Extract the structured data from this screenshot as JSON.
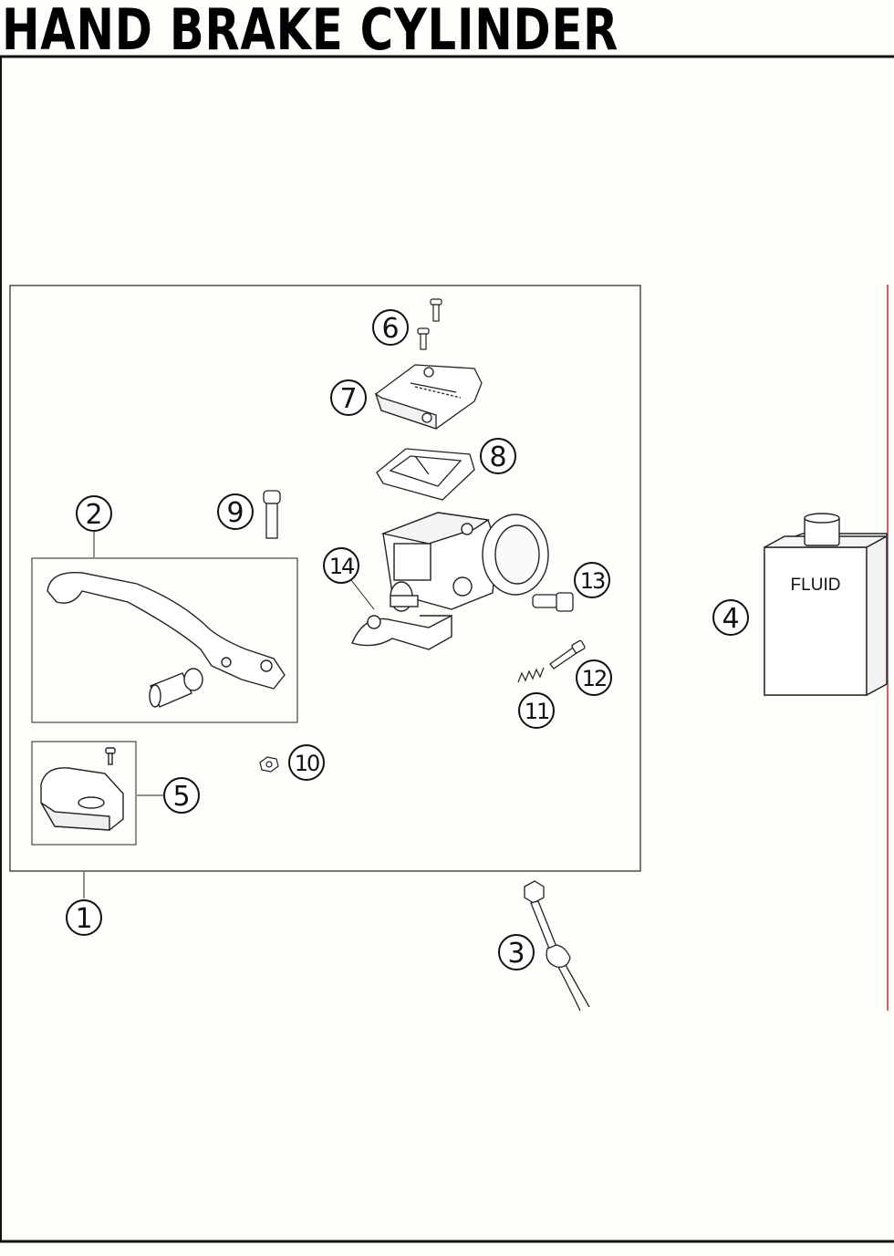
{
  "title": "HAND BRAKE CYLINDER",
  "fluid_label": "FLUID",
  "callouts": [
    {
      "id": "callout-1",
      "number": "1",
      "part": "hand-brake-cylinder-assembly"
    },
    {
      "id": "callout-2",
      "number": "2",
      "part": "hand-brake-lever"
    },
    {
      "id": "callout-3",
      "number": "3",
      "part": "brake-line"
    },
    {
      "id": "callout-4",
      "number": "4",
      "part": "brake-fluid-bottle"
    },
    {
      "id": "callout-5",
      "number": "5",
      "part": "lever-guard"
    },
    {
      "id": "callout-6",
      "number": "6",
      "part": "cover-screws"
    },
    {
      "id": "callout-7",
      "number": "7",
      "part": "reservoir-cover"
    },
    {
      "id": "callout-8",
      "number": "8",
      "part": "cover-membrane"
    },
    {
      "id": "callout-9",
      "number": "9",
      "part": "lever-pivot-bolt"
    },
    {
      "id": "callout-10",
      "number": "10",
      "part": "pivot-nut"
    },
    {
      "id": "callout-11",
      "number": "11",
      "part": "spring"
    },
    {
      "id": "callout-12",
      "number": "12",
      "part": "adjusting-screw"
    },
    {
      "id": "callout-13",
      "number": "13",
      "part": "banjo-bolt"
    },
    {
      "id": "callout-14",
      "number": "14",
      "part": "piston-rod"
    }
  ],
  "colors": {
    "ink": "#111111",
    "paper": "#fdfdf9",
    "accent_red": "#e06060"
  }
}
